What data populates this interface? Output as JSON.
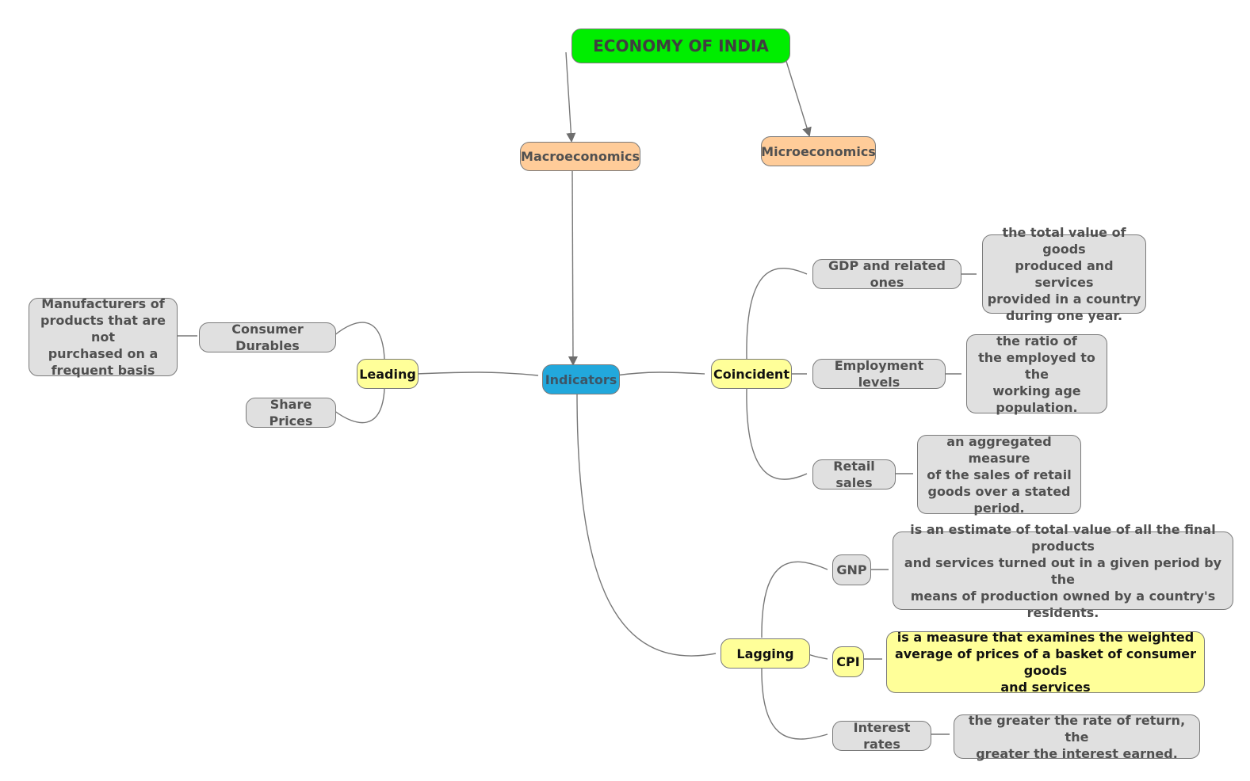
{
  "diagram": {
    "root": "ECONOMY OF INDIA",
    "macroeconomics": "Macroeconomics",
    "microeconomics": "Microeconomics",
    "indicators": "Indicators",
    "leading": {
      "label": "Leading",
      "consumer_durables": "Consumer Durables",
      "consumer_durables_desc": "Manufacturers of\nproducts that are not\npurchased on a\nfrequent basis",
      "share_prices": "Share Prices"
    },
    "coincident": {
      "label": "Coincident",
      "gdp": "GDP and related ones",
      "gdp_desc": "the total value of goods\nproduced and services\nprovided in a country\nduring one year.",
      "employment": "Employment levels",
      "employment_desc": "the ratio of\nthe employed to the\nworking age\npopulation.",
      "retail": "Retail sales",
      "retail_desc": "an aggregated measure\nof the sales of retail\ngoods over a stated\nperiod."
    },
    "lagging": {
      "label": "Lagging",
      "gnp": "GNP",
      "gnp_desc": "is an estimate of total value of all the final products\nand services turned out in a given period by the\nmeans of production owned by a country's\nresidents.",
      "cpi": "CPI",
      "cpi_desc": "is a measure that examines the weighted\naverage of prices of a basket of consumer goods\nand services",
      "interest": "Interest rates",
      "interest_desc": "the greater the rate of return, the\ngreater the interest earned."
    }
  }
}
